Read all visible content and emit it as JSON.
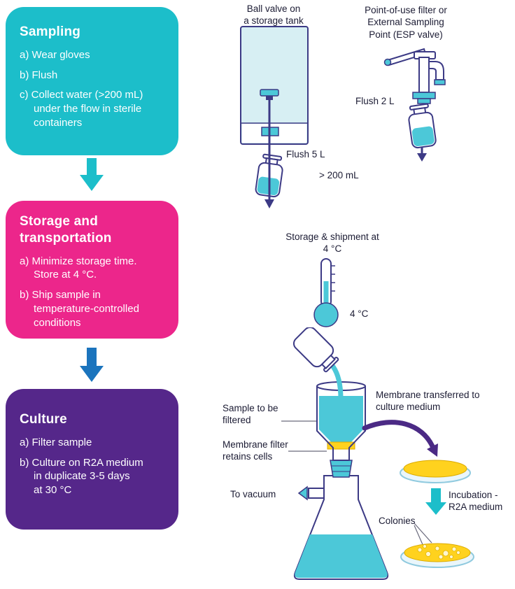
{
  "steps": [
    {
      "title": "Sampling",
      "items": [
        "a) Wear gloves",
        "b) Flush",
        "c) Collect water (>200 mL)\nunder the flow in sterile\ncontainers"
      ]
    },
    {
      "title": "Storage and\ntransportation",
      "items": [
        "a) Minimize storage time.\nStore at 4 °C.",
        "b) Ship sample in\ntemperature-controlled\nconditions"
      ]
    },
    {
      "title": "Culture",
      "items": [
        "a) Filter sample",
        "b) Culture on R2A medium\nin duplicate 3-5 days\nat 30 °C"
      ]
    }
  ],
  "labels": {
    "ball_valve": "Ball valve on\na storage tank",
    "esp": "Point-of-use filter or\nExternal Sampling\nPoint (ESP valve)",
    "flush5": "Flush 5 L",
    "over200": "> 200 mL",
    "flush2": "Flush 2 L",
    "storage_shipment": "Storage & shipment at\n4 °C",
    "four_c": "4 °C",
    "sample_filtered": "Sample to be\nfiltered",
    "membrane_filter": "Membrane filter\nretains cells",
    "to_vacuum": "To vacuum",
    "membrane_transferred": "Membrane transferred to\nculture medium",
    "incubation": "Incubation -\nR2A medium",
    "colonies": "Colonies"
  },
  "icons": {
    "flow_arrow_1": "down-arrow",
    "flow_arrow_2": "down-arrow",
    "incubation_arrow": "down-arrow",
    "transfer_arrow": "curved-arrow"
  },
  "colors": {
    "c_sampling": "#1cbeca",
    "c_storage": "#ec268b",
    "c_culture": "#55278a",
    "c_arrow2": "#1b74bd",
    "liquid": "#4cc8d8",
    "outline": "#3c3a85",
    "medium": "#ffd21e",
    "violet": "#4b2a85",
    "ink": "#1c1c34"
  }
}
